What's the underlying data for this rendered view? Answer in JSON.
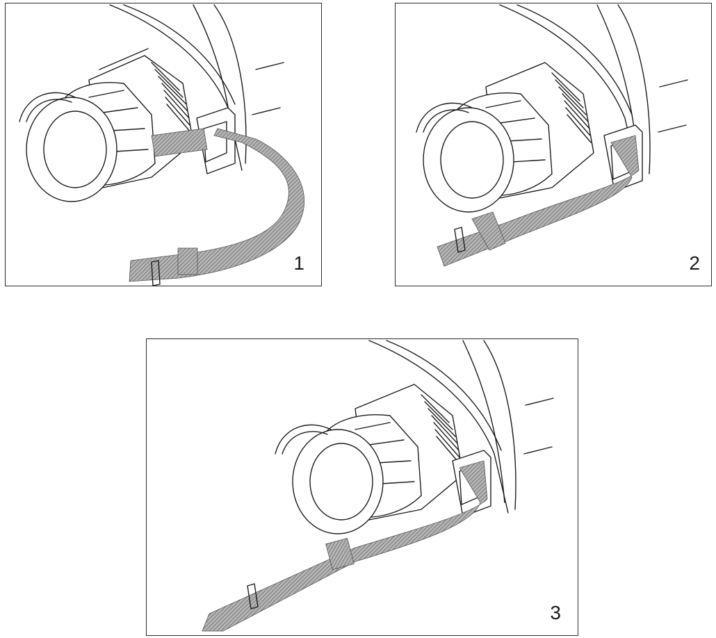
{
  "figure": {
    "steps": [
      {
        "number": "1"
      },
      {
        "number": "2"
      },
      {
        "number": "3"
      }
    ]
  },
  "colors": {
    "line": "#1c1c1c",
    "strap": "#8a8a8a",
    "background": "#ffffff"
  },
  "icons": [
    "eyepiece-illustration",
    "strap-illustration",
    "buckle-illustration"
  ]
}
